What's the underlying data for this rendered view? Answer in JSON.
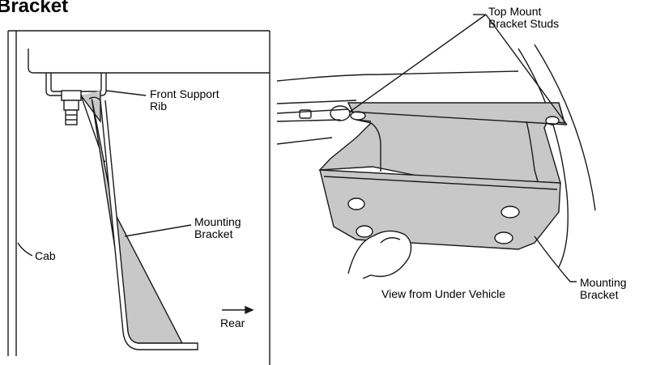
{
  "title": "Bracket",
  "labels": {
    "front_support_rib": [
      "Front Support",
      "Rib"
    ],
    "mounting_bracket_left": [
      "Mounting",
      "Bracket"
    ],
    "cab": "Cab",
    "rear": "Rear",
    "top_mount_bracket_studs": [
      "Top Mount",
      "Bracket Studs"
    ],
    "view_from_under_vehicle": "View from Under Vehicle",
    "mounting_bracket_right": [
      "Mounting",
      "Bracket"
    ]
  },
  "colors": {
    "bracket_fill": "#c8c8c8",
    "line": "#1a1a1a"
  }
}
